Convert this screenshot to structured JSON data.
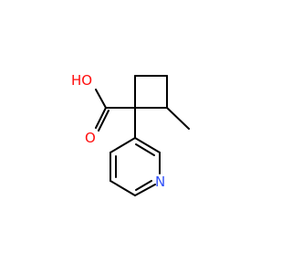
{
  "molecule": {
    "atoms": {
      "hydroxyl": {
        "label": "HO",
        "element": "O",
        "color": "#ff0d0d"
      },
      "carbonyl_oxygen": {
        "label": "O",
        "element": "O",
        "color": "#ff0d0d"
      },
      "pyridine_nitrogen": {
        "label": "N",
        "element": "N",
        "color": "#3050f8"
      }
    },
    "bond_color": "#000000",
    "background": "#ffffff"
  }
}
